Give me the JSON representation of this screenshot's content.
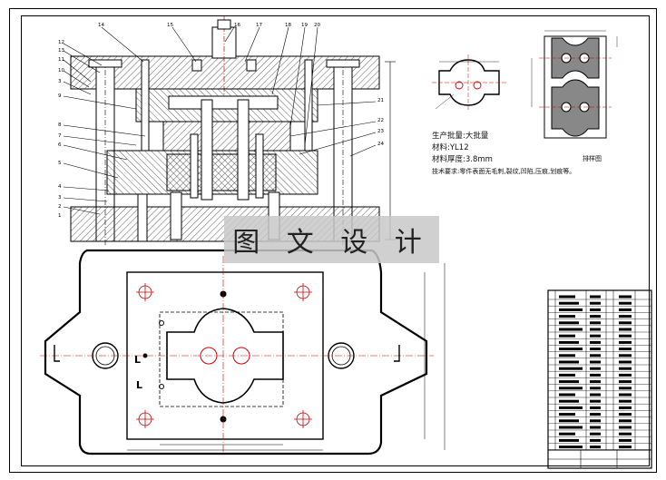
{
  "watermark": {
    "text": "图 文 设 计"
  },
  "specs": {
    "product": "生产批量:大批量",
    "material": "材料:YL12",
    "thickness": "材料厚度:3.8mm",
    "requirements": "技术要求:零件表面无毛刺,裂纹,凹陷,压痕,划痕等。"
  },
  "strip_layout": {
    "label": "排样图"
  },
  "section_marks": {
    "left": "L",
    "mid": "L"
  },
  "part_numbers_left": [
    "12",
    "13",
    "11",
    "10",
    "3",
    "9",
    "8",
    "7",
    "6",
    "5",
    "4",
    "3",
    "2",
    "1"
  ],
  "part_numbers_top": [
    "14",
    "15",
    "16",
    "17",
    "18",
    "19",
    "20"
  ],
  "part_numbers_right": [
    "21",
    "22",
    "23",
    "24"
  ],
  "colors": {
    "line": "#000000",
    "hatch": "#333333",
    "center": "#cc0000",
    "part_fill": "#888888"
  }
}
